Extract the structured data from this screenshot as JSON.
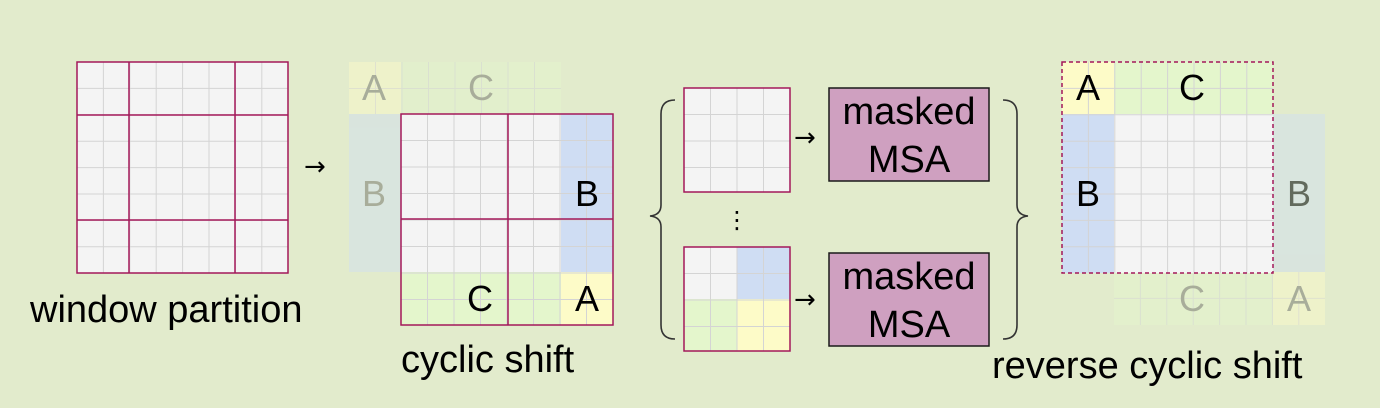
{
  "labels": {
    "window_partition": "window partition",
    "cyclic_shift": "cyclic shift",
    "reverse_cyclic_shift": "reverse cyclic shift"
  },
  "segments": {
    "a": "A",
    "b": "B",
    "c": "C"
  },
  "arrow_glyph": "→",
  "ellipsis": "⋮",
  "msa_boxes": [
    {
      "line1": "masked",
      "line2": "MSA"
    },
    {
      "line1": "masked",
      "line2": "MSA"
    }
  ],
  "colors": {
    "background": "#e2ebcc",
    "grid_fill": "#f4f4f4",
    "grid_line": "#d4d4d4",
    "window_border": "#a3185a",
    "region_a": "#fdfbc8",
    "region_b": "#cfddf3",
    "region_c": "#e4f6cc",
    "msa_box": "#cfa0c0"
  }
}
